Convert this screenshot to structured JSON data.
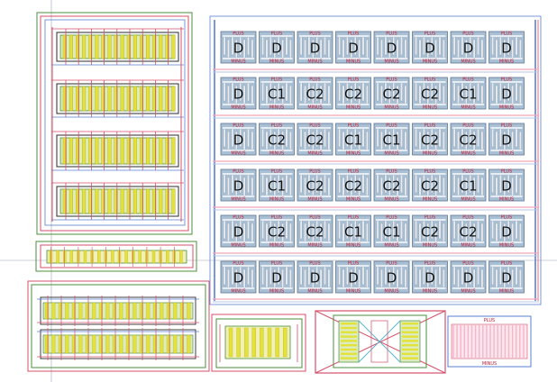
{
  "colors": {
    "metal": "#d64f6a",
    "active": "#4a8f3c",
    "poly": "#e3e23a",
    "well": "#5a7fd1",
    "boundary": "#2b2b2b",
    "cap_fill": "#a9bfd4",
    "cap_finger": "#e9ecef",
    "diff_pink": "#f3b6c9"
  },
  "cap_array": {
    "cell_top_label": "PLUS",
    "cell_bottom_label": "MINUS",
    "rows": [
      [
        "D",
        "D",
        "D",
        "D",
        "D",
        "D",
        "D",
        "D"
      ],
      [
        "D",
        "C1",
        "C2",
        "C2",
        "C2",
        "C2",
        "C1",
        "D"
      ],
      [
        "D",
        "C2",
        "C2",
        "C1",
        "C1",
        "C2",
        "C2",
        "D"
      ],
      [
        "D",
        "C1",
        "C2",
        "C2",
        "C2",
        "C2",
        "C1",
        "D"
      ],
      [
        "D",
        "C2",
        "C2",
        "C1",
        "C1",
        "C2",
        "C2",
        "D"
      ],
      [
        "D",
        "D",
        "D",
        "D",
        "D",
        "D",
        "D",
        "D"
      ]
    ]
  },
  "resistor_block": {
    "top_label": "PLUS",
    "bottom_label": "MINUS"
  }
}
